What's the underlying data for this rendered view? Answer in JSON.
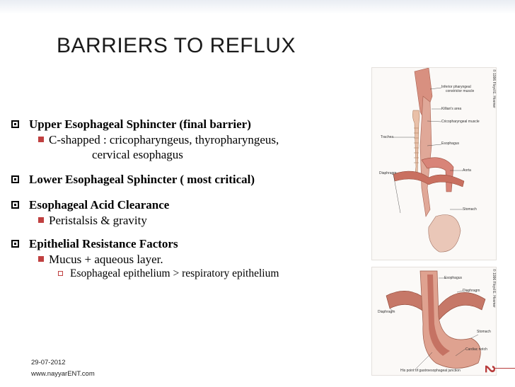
{
  "title": "BARRIERS TO REFLUX",
  "bullets": [
    {
      "label": "Upper Esophageal Sphincter (final barrier)",
      "sub": {
        "label": "C-shapped :  cricopharyngeus, thyropharyngeus,",
        "cont": "cervical esophagus"
      }
    },
    {
      "label": "Lower Esophageal Sphincter ( most critical)"
    },
    {
      "label": "Esophageal Acid Clearance",
      "sub": {
        "label": "Peristalsis & gravity"
      }
    },
    {
      "label": "Epithelial Resistance Factors",
      "sub": {
        "label": "Mucus + aqueous layer."
      },
      "subsub": {
        "label": "Esophageal epithelium > respiratory epithelium"
      }
    }
  ],
  "figure1": {
    "credit": "© 1996 Floyd E. Hosmer",
    "labels": {
      "inferior": "Inferior pharyngeal",
      "constrictor": "constrictor muscle",
      "killian": "Killian's area",
      "cricopharyngeal": "Cricopharyngeal muscle",
      "trachea": "Trachea",
      "esophagus": "Esophagus",
      "diaphragm": "Diaphragm",
      "aorta": "Aorta",
      "stomach": "Stomach"
    }
  },
  "figure2": {
    "credit": "© 1996 Floyd E. Hosmer",
    "labels": {
      "esophagus": "Esophagus",
      "diaphragm_r": "Diaphragm",
      "diaphragm_l": "Diaphragm",
      "stomach": "Stomach",
      "notch": "Cardiac notch",
      "junction": "His point of gastroesophageal junction"
    }
  },
  "footer": {
    "date": "29-07-2012",
    "site": "www.nayyarENT.com"
  },
  "page_number": "2",
  "colors": {
    "accent": "#b83b3b",
    "bullet": "#c04040",
    "tissue": "#d99a8a"
  }
}
